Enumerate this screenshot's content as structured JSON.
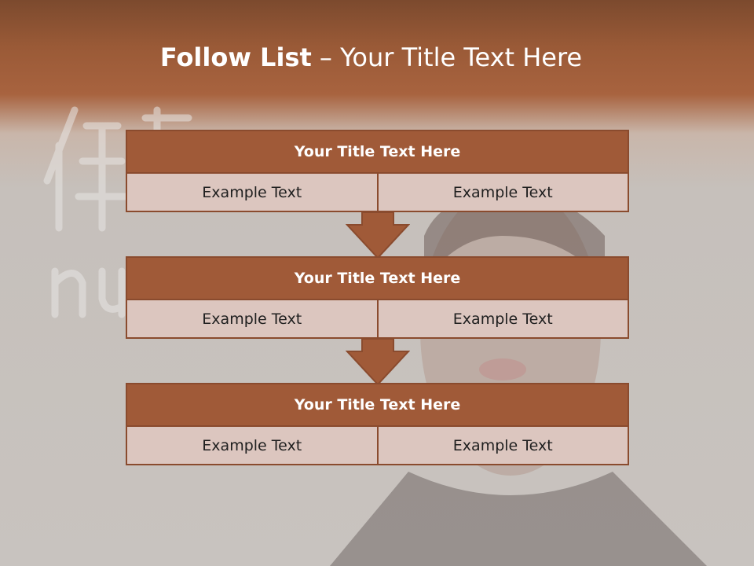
{
  "slide": {
    "title_bold": "Follow List",
    "title_rest": "– Your Title Text Here"
  },
  "blocks": [
    {
      "title": "Your Title Text Here",
      "left": "Example Text",
      "right": "Example Text"
    },
    {
      "title": "Your Title Text Here",
      "left": "Example Text",
      "right": "Example Text"
    },
    {
      "title": "Your Title Text Here",
      "left": "Example Text",
      "right": "Example Text"
    }
  ],
  "colors": {
    "accent": "#a05a38",
    "border": "#8a4b2e",
    "cell_bg": "#dcc6bf"
  }
}
